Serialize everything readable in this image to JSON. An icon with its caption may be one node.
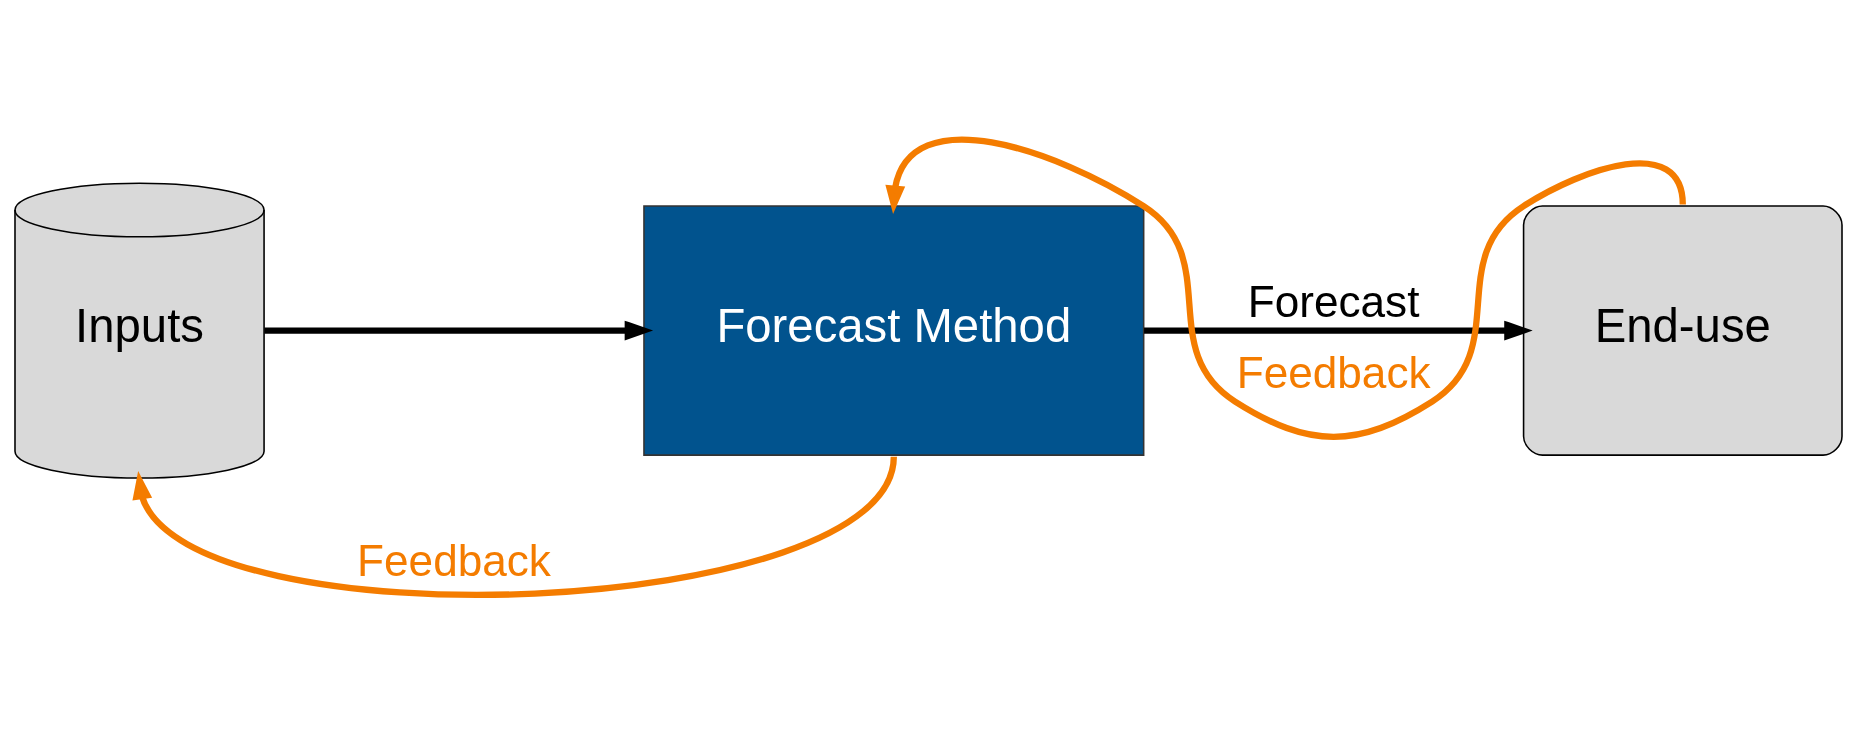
{
  "diagram": {
    "nodes": [
      {
        "text": [
          "Inputs"
        ]
      },
      {
        "text": [
          "Forecast Method"
        ]
      },
      {
        "text": [
          "End-use"
        ]
      }
    ],
    "edges": [
      {
        "from": 0,
        "to": 1,
        "arrow": "to"
      },
      {
        "from": 1,
        "to": 2,
        "arrow": "to",
        "label": "Forecast"
      },
      {
        "from": 2,
        "to": 1,
        "arrow": "to",
        "label": "Feedback",
        "color": "#f47c00"
      },
      {
        "from": 1,
        "to": 0,
        "arrow": "to",
        "label": "Feedback",
        "color": "#f47c00"
      }
    ]
  }
}
